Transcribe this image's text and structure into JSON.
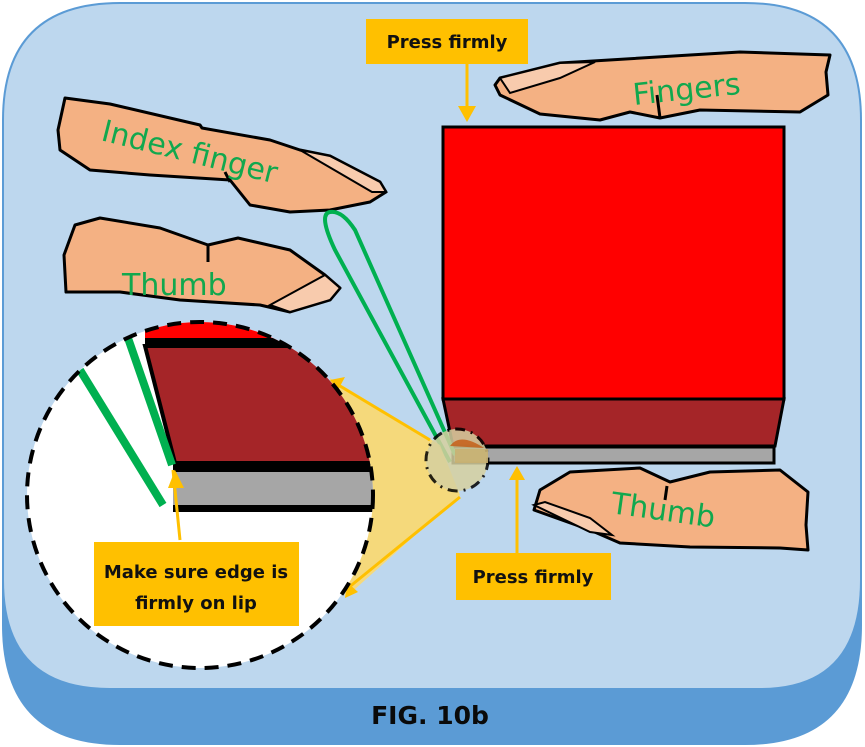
{
  "figure": {
    "caption": "FIG. 10b",
    "colors": {
      "frame_dark": "#5b9bd5",
      "frame_light": "#bdd7ee",
      "label_box": "#ffc000",
      "block_top": "#ff0000",
      "block_bevel": "#a52528",
      "lip": "#a6a6a6",
      "finger_skin": "#f4b183",
      "text_green": "#11a84e",
      "strap_green": "#00b050"
    }
  },
  "labels": {
    "press_top": "Press firmly",
    "press_bottom": "Press firmly",
    "edge_note_line1": "Make sure edge is",
    "edge_note_line2": "firmly on lip"
  },
  "hands": {
    "index_finger": "Index finger",
    "thumb_left": "Thumb",
    "fingers": "Fingers",
    "thumb_right": "Thumb"
  },
  "icons": {
    "arrow_down": "arrow-down-icon",
    "arrow_up": "arrow-up-icon",
    "magnifier": "magnifier-callout-icon"
  }
}
